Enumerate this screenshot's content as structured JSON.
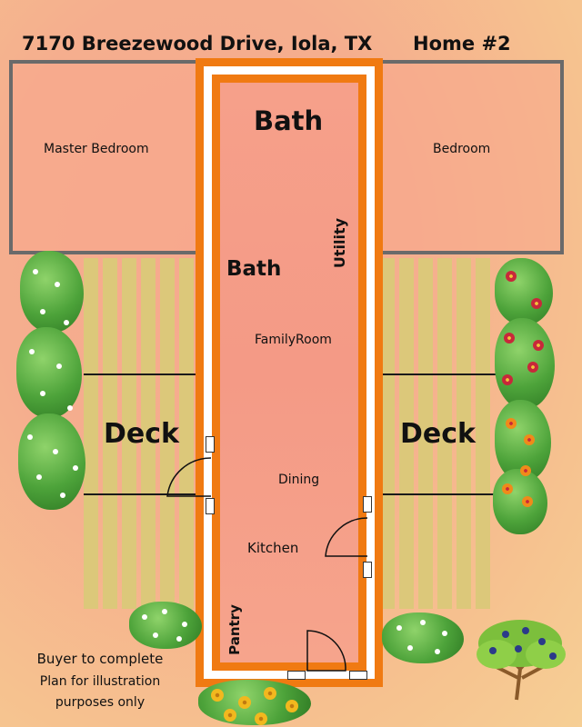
{
  "header": {
    "address": "7170 Breezewood Drive, Iola, TX",
    "home_number": "Home #2"
  },
  "rooms": {
    "master_bedroom": "Master Bedroom",
    "bedroom": "Bedroom",
    "bath_top": "Bath",
    "bath_mid": "Bath",
    "utility": "Utility",
    "family_room": "FamilyRoom",
    "dining": "Dining",
    "kitchen": "Kitchen",
    "pantry": "Pantry"
  },
  "decks": {
    "left": "Deck",
    "right": "Deck"
  },
  "notes": {
    "line1": "Buyer to complete",
    "line2": "Plan for illustration",
    "line3": "purposes only"
  },
  "colors": {
    "wall_orange": "#f07a12",
    "wing_border": "#6a6a6a",
    "deck_planks": "#dcc87a",
    "background": "#f6b08f"
  }
}
